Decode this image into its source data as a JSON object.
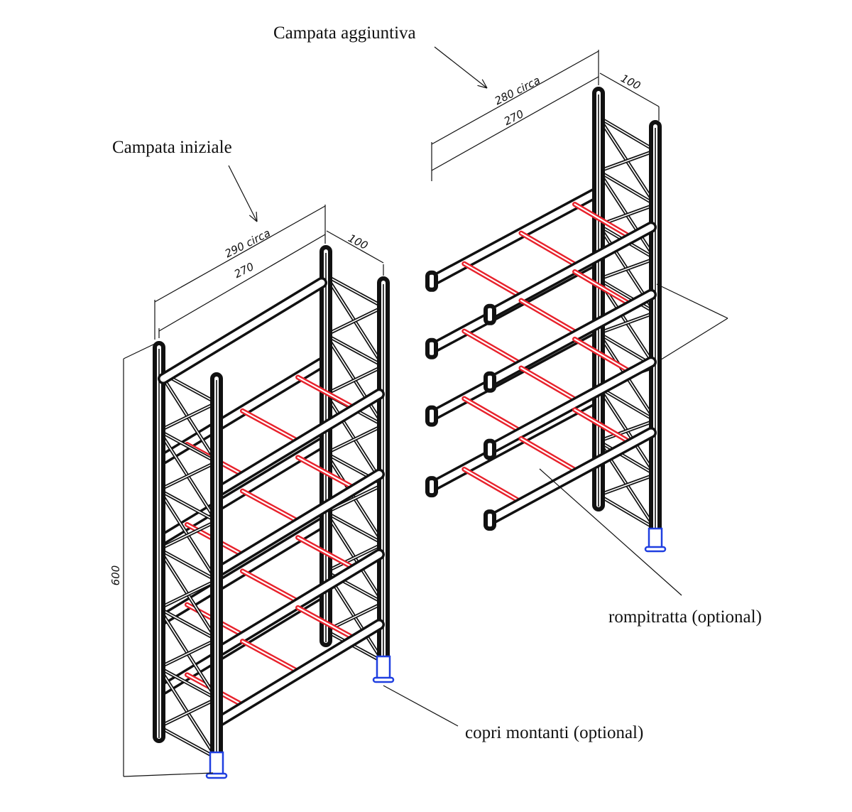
{
  "labels": {
    "initial_span": "Campata iniziale",
    "additional_span": "Campata aggiuntiva",
    "beam_spacer": "rompitratta (optional)",
    "post_cover": "copri montanti (optional)"
  },
  "dimensions": {
    "initial_overall": "290 circa",
    "initial_beam": "270",
    "initial_depth": "100",
    "height": "600",
    "additional_overall": "280 circa",
    "additional_beam": "270",
    "additional_depth": "100"
  },
  "colors": {
    "line": "#111111",
    "beam_spacer": "#e8212b",
    "post_cover": "#1f3fe0"
  }
}
